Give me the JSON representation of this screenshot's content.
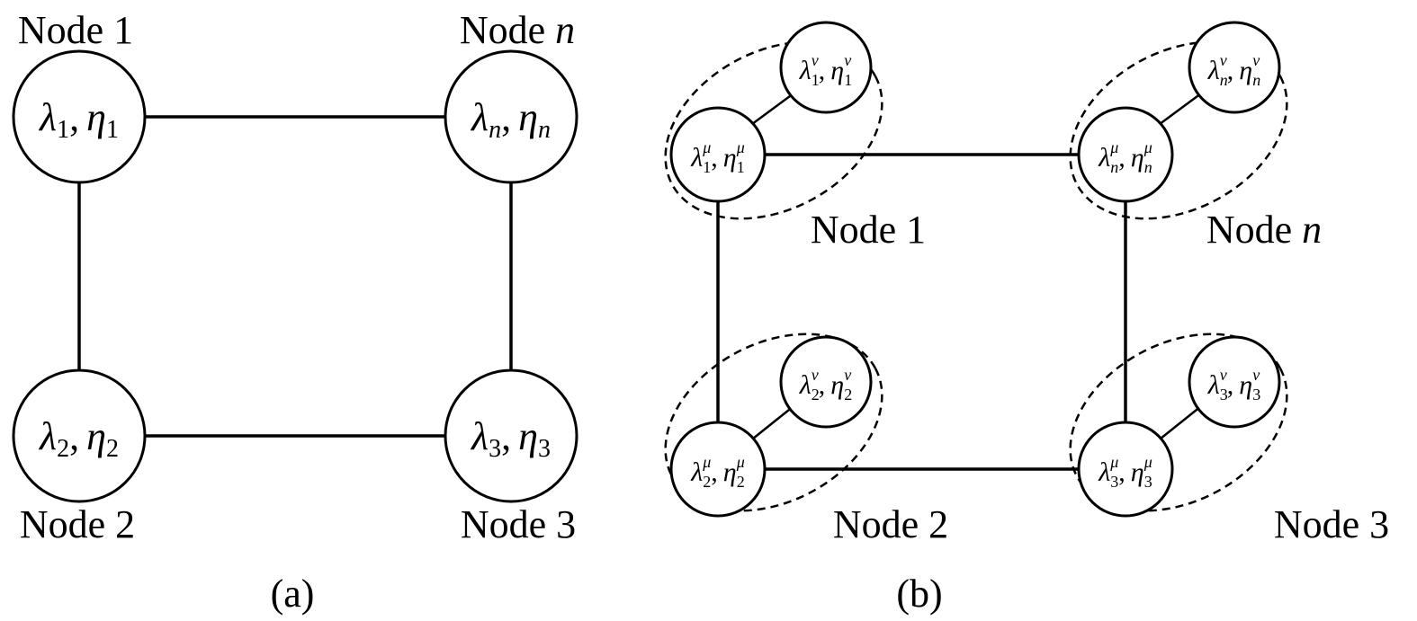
{
  "panel_a": {
    "caption": "(a)",
    "nodes": [
      {
        "name": "Node 1",
        "lambda_sym": "λ",
        "lambda_sub": "1",
        "sep": ",",
        "eta_sym": "η",
        "eta_sub": "1"
      },
      {
        "name": "Node n",
        "name_prefix": "Node ",
        "name_var": "n",
        "lambda_sym": "λ",
        "lambda_sub": "n",
        "sep": ",",
        "eta_sym": "η",
        "eta_sub": "n"
      },
      {
        "name": "Node 2",
        "lambda_sym": "λ",
        "lambda_sub": "2",
        "sep": ",",
        "eta_sym": "η",
        "eta_sub": "2"
      },
      {
        "name": "Node 3",
        "lambda_sym": "λ",
        "lambda_sub": "3",
        "sep": ",",
        "eta_sym": "η",
        "eta_sub": "3"
      }
    ]
  },
  "panel_b": {
    "caption": "(b)",
    "groups": [
      {
        "name": "Node 1",
        "mu_sub": "1",
        "mu_sup": "μ",
        "v_sub": "1",
        "v_sup": "v"
      },
      {
        "name_prefix": "Node ",
        "name_var": "n",
        "mu_sub": "n",
        "mu_sup": "μ",
        "v_sub": "n",
        "v_sup": "v"
      },
      {
        "name": "Node 2",
        "mu_sub": "2",
        "mu_sup": "μ",
        "v_sub": "2",
        "v_sup": "v"
      },
      {
        "name": "Node 3",
        "mu_sub": "3",
        "mu_sup": "μ",
        "v_sub": "3",
        "v_sup": "v"
      }
    ],
    "lambda_sym": "λ",
    "eta_sym": "η",
    "sep": ","
  }
}
